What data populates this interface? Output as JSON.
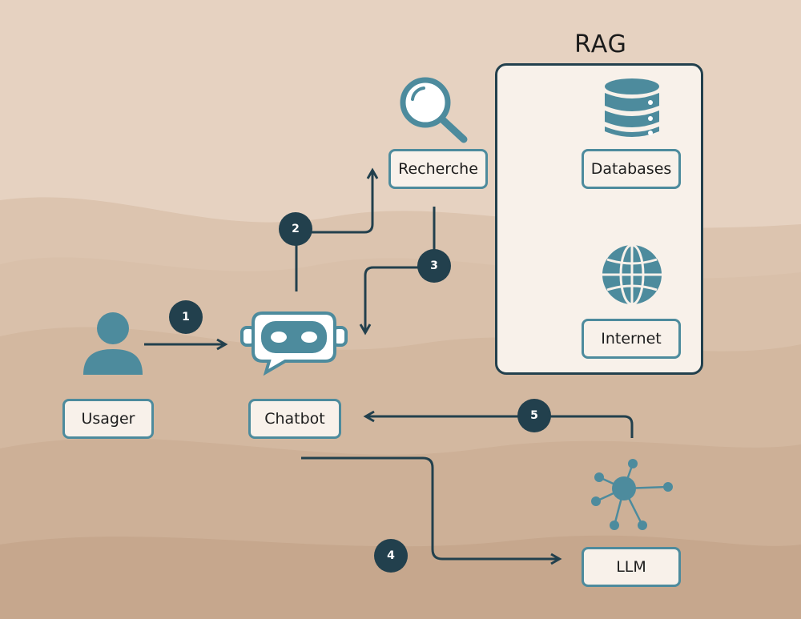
{
  "diagram": {
    "rag_title": "RAG",
    "nodes": {
      "usager": "Usager",
      "chatbot": "Chatbot",
      "recherche": "Recherche",
      "databases": "Databases",
      "internet": "Internet",
      "llm": "LLM"
    },
    "steps": [
      "1",
      "2",
      "3",
      "4",
      "5"
    ]
  },
  "colors": {
    "accent": "#4d8b9d",
    "dark": "#22404d",
    "box_fill": "#f8f1ea",
    "background": "#e4cdb9"
  },
  "icons": [
    "user-icon",
    "chatbot-icon",
    "magnifier-icon",
    "database-icon",
    "globe-icon",
    "network-icon"
  ]
}
